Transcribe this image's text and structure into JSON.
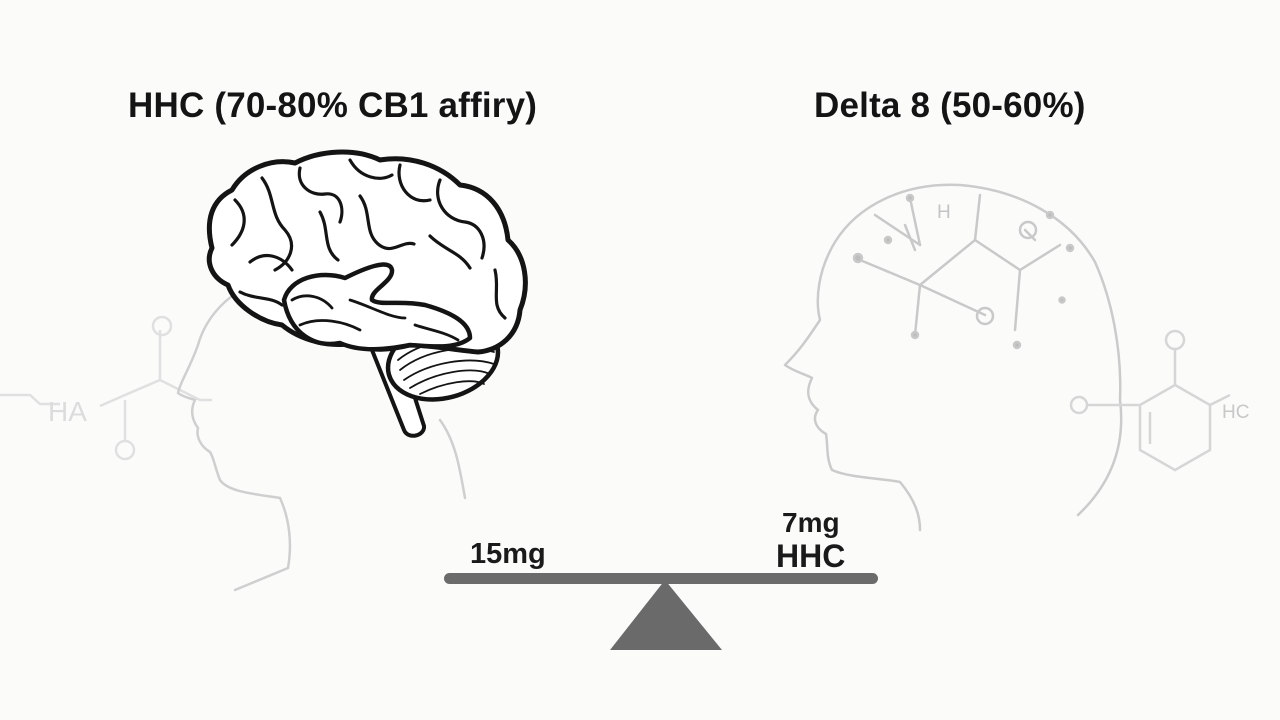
{
  "titles": {
    "left": "HHC (70-80% CB1 affiry)",
    "right": "Delta 8 (50-60%)"
  },
  "scale": {
    "left_label": "15mg",
    "right_label_top": "7mg",
    "right_label_bottom": "HHC"
  },
  "molecule_labels": {
    "left": "HA",
    "right_head": "H",
    "right_edge": "HC"
  },
  "colors": {
    "ink": "#141414",
    "beam": "#6b6b6b",
    "fulcrum": "#6a6a6a",
    "faint_line": "#d3d3d3"
  },
  "icons": [
    "brain-icon",
    "head-silhouette-icon",
    "molecule-icon",
    "balance-scale-icon"
  ]
}
